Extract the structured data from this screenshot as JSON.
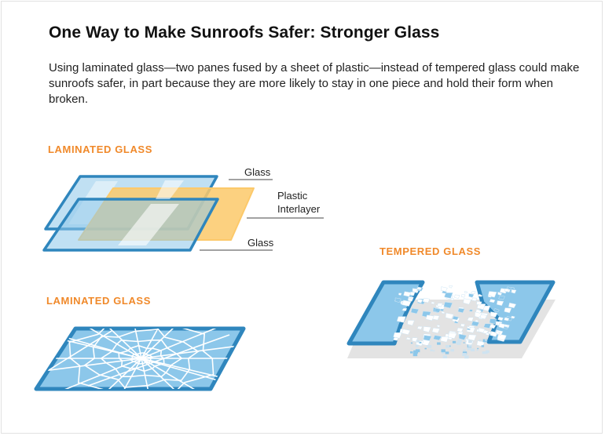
{
  "title": "One Way to Make Sunroofs Safer: Stronger Glass",
  "description": "Using laminated glass—two panes fused by a sheet of plastic—instead of tempered glass could make sunroofs safer, in part because they are more likely to stay in one piece and hold their form when broken.",
  "sections": {
    "layers": {
      "label": "LAMINATED GLASS"
    },
    "laminated_broken": {
      "label": "LAMINATED GLASS"
    },
    "tempered_broken": {
      "label": "TEMPERED GLASS"
    }
  },
  "callouts": {
    "glass_top": "Glass",
    "interlayer_line1": "Plastic",
    "interlayer_line2": "Interlayer",
    "glass_bottom": "Glass"
  },
  "colors": {
    "accent": "#f0892a",
    "glass_fill": "#8cc7ea",
    "glass_border": "#2f86bd",
    "interlayer": "#fcc96a",
    "shadow": "#e3e3e3",
    "cracks": "#ffffff"
  }
}
